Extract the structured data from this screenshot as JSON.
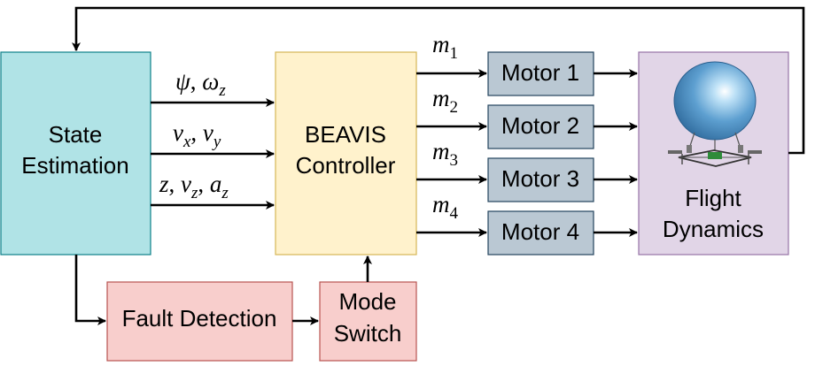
{
  "colors": {
    "state_estimation": "#b0e3e6",
    "state_estimation_stroke": "#0e8088",
    "controller": "#fff2cc",
    "controller_stroke": "#d6b656",
    "motor": "#bac8d3",
    "motor_stroke": "#23445d",
    "dynamics": "#e1d5e7",
    "dynamics_stroke": "#9673a6",
    "fault": "#f8cecc",
    "fault_stroke": "#b85450",
    "arrow": "#000000"
  },
  "blocks": {
    "state_estimation": {
      "line1": "State",
      "line2": "Estimation"
    },
    "controller": {
      "line1": "BEAVIS",
      "line2": "Controller"
    },
    "motors": [
      "Motor 1",
      "Motor 2",
      "Motor 3",
      "Motor 4"
    ],
    "dynamics": {
      "line1": "Flight",
      "line2": "Dynamics"
    },
    "fault_detection": "Fault Detection",
    "mode_switch": {
      "line1": "Mode",
      "line2": "Switch"
    }
  },
  "signals": {
    "s1": {
      "a": "ψ",
      "b": "ω",
      "b_sub": "z"
    },
    "s2": {
      "a": "v",
      "a_sub": "x",
      "b": "v",
      "b_sub": "y"
    },
    "s3": {
      "a": "z",
      "b": "v",
      "b_sub": "z",
      "c": "a",
      "c_sub": "z"
    },
    "motor_cmds": [
      {
        "base": "m",
        "sub": "1"
      },
      {
        "base": "m",
        "sub": "2"
      },
      {
        "base": "m",
        "sub": "3"
      },
      {
        "base": "m",
        "sub": "4"
      }
    ]
  }
}
